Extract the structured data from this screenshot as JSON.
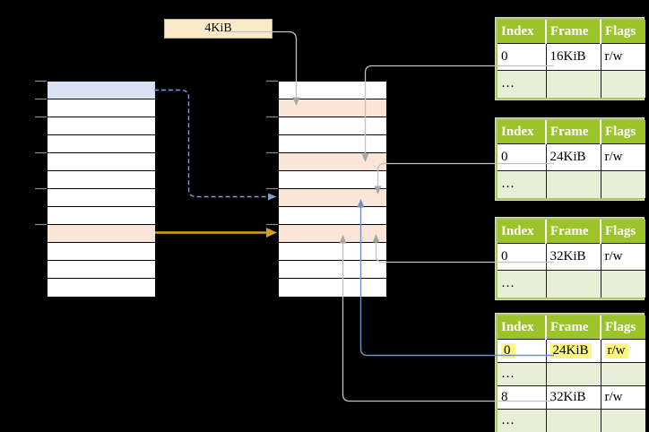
{
  "colors": {
    "background": "#000000",
    "row_white": "#FFFFFF",
    "row_blue": "#D9E2F3",
    "row_peach": "#FBE5D6",
    "label_box_fill": "#FAEBC8",
    "label_box_border": "#C9B37E",
    "table_header_green": "#9DC32A",
    "table_row_light_green": "#E7EFD7",
    "table_border_green": "#AFC46B",
    "highlight_yellow": "#FBF77E",
    "arrow_gray": "#C2C2C2",
    "arrow_gray_head": "#A6A6A6",
    "arrow_blue": "#7191C8",
    "arrow_blue_dashed": "#7F9CD9",
    "arrow_orange": "#DA9E1B",
    "tick_gray": "#8A8A8A"
  },
  "size_label": {
    "text": "4KiB"
  },
  "memory_columns": {
    "left": {
      "rows": [
        "blue",
        "white",
        "white",
        "white",
        "white",
        "white",
        "white",
        "white",
        "peach",
        "white",
        "white",
        "white"
      ]
    },
    "middle": {
      "rows": [
        "white",
        "peach",
        "white",
        "white",
        "peach",
        "white",
        "peach",
        "white",
        "peach",
        "white",
        "white",
        "white"
      ]
    }
  },
  "page_tables": [
    {
      "headers": [
        "Index",
        "Frame",
        "Flags"
      ],
      "rows": [
        {
          "cells": [
            "0",
            "16KiB",
            "r/w"
          ],
          "shade": "white",
          "highlight": false
        },
        {
          "cells": [
            "…",
            "",
            ""
          ],
          "shade": "green",
          "highlight": false
        }
      ]
    },
    {
      "headers": [
        "Index",
        "Frame",
        "Flags"
      ],
      "rows": [
        {
          "cells": [
            "0",
            "24KiB",
            "r/w"
          ],
          "shade": "white",
          "highlight": false
        },
        {
          "cells": [
            "…",
            "",
            ""
          ],
          "shade": "green",
          "highlight": false
        }
      ]
    },
    {
      "headers": [
        "Index",
        "Frame",
        "Flags"
      ],
      "rows": [
        {
          "cells": [
            "0",
            "32KiB",
            "r/w"
          ],
          "shade": "white",
          "highlight": false
        },
        {
          "cells": [
            "…",
            "",
            ""
          ],
          "shade": "green",
          "highlight": false
        }
      ]
    },
    {
      "headers": [
        "Index",
        "Frame",
        "Flags"
      ],
      "rows": [
        {
          "cells": [
            "0",
            "24KiB",
            "r/w"
          ],
          "shade": "white",
          "highlight": true
        },
        {
          "cells": [
            "…",
            "",
            ""
          ],
          "shade": "green",
          "highlight": false
        },
        {
          "cells": [
            "8",
            "32KiB",
            "r/w"
          ],
          "shade": "white",
          "highlight": false
        },
        {
          "cells": [
            "…",
            "",
            ""
          ],
          "shade": "green",
          "highlight": false
        }
      ]
    }
  ],
  "connectors": [
    {
      "from": "size-label",
      "to": "middle-column-row-2",
      "style": "gray"
    },
    {
      "from": "page-table-1-row-16KiB",
      "to": "middle-column-row-5",
      "style": "gray"
    },
    {
      "from": "page-table-2-row-24KiB",
      "to": "middle-column-row-7",
      "style": "gray"
    },
    {
      "from": "page-table-3-row-32KiB",
      "to": "middle-column-row-9",
      "style": "gray"
    },
    {
      "from": "left-column-blue-row",
      "to": "middle-column-row-7",
      "style": "blue-dashed"
    },
    {
      "from": "left-column-peach-row",
      "to": "middle-column-row-9",
      "style": "orange"
    },
    {
      "from": "page-table-4-row-24KiB",
      "to": "middle-column-row-7",
      "style": "blue"
    },
    {
      "from": "page-table-4-row-32KiB",
      "to": "middle-column-row-9",
      "style": "gray"
    }
  ]
}
